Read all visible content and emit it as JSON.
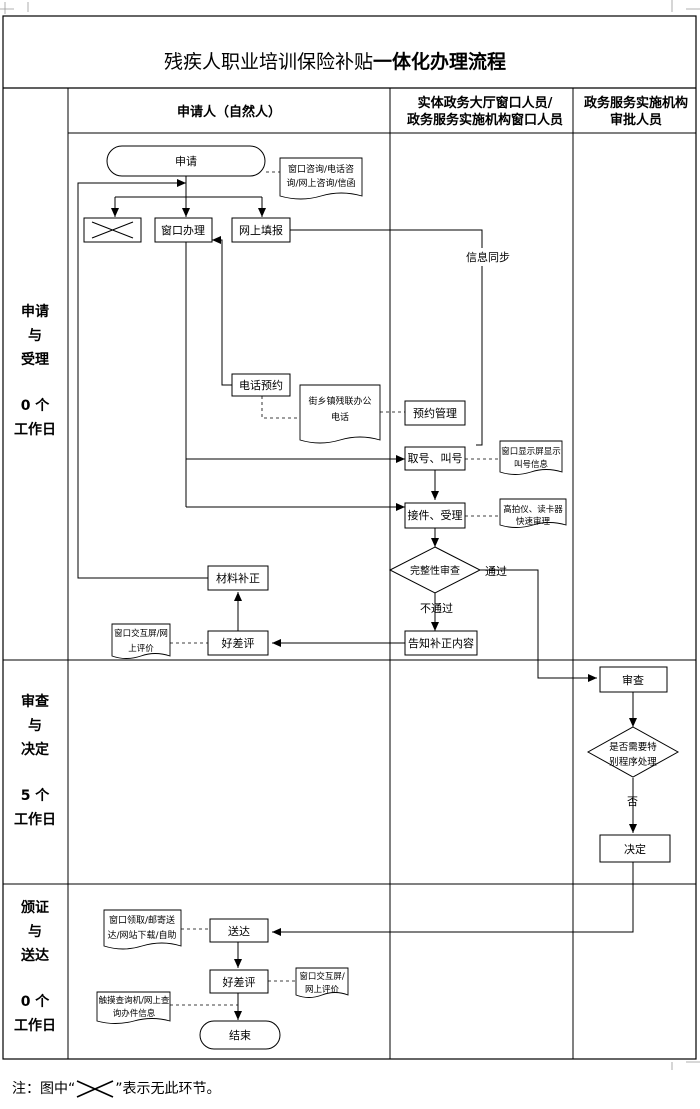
{
  "title_prefix": "残疾人职业培训保险补贴",
  "title_bold": "一体化办理流程",
  "columns": {
    "applicant": "申请人（自然人）",
    "window_line1": "实体政务大厅窗口人员/",
    "window_line2": "政务服务实施机构窗口人员",
    "approver_line1": "政务服务实施机构",
    "approver_line2": "审批人员"
  },
  "stages": [
    {
      "lines": [
        "申请",
        "与",
        "受理",
        "",
        "0 个",
        "工作日"
      ]
    },
    {
      "lines": [
        "审查",
        "与",
        "决定",
        "",
        "5 个",
        "工作日"
      ]
    },
    {
      "lines": [
        "颁证",
        "与",
        "送达",
        "",
        "0 个",
        "工作日"
      ]
    }
  ],
  "nodes": {
    "apply": "申请",
    "window_handle": "窗口办理",
    "online_apply": "网上填报",
    "phone_booking": "电话预约",
    "booking_manage": "预约管理",
    "take_number": "取号、叫号",
    "receive": "接件、受理",
    "integrity_check": "完整性审查",
    "material_fix": "材料补正",
    "good_bad_review_1": "好差评",
    "notify_fix": "告知补正内容",
    "review": "审查",
    "special_procedure_line1": "是否需要特",
    "special_procedure_line2": "别程序处理",
    "decision": "决定",
    "deliver": "送达",
    "good_bad_review_2": "好差评",
    "end": "结束"
  },
  "docs": {
    "consult_line1": "窗口咨询/电话咨",
    "consult_line2": "询/网上咨询/信函",
    "street_office_line1": "街乡镇残联办公",
    "street_office_line2": "电话",
    "window_screen_line1": "窗口显示屏显示",
    "window_screen_line2": "叫号信息",
    "scanner_line1": "高拍仪、读卡器",
    "scanner_line2": "快速审理",
    "window_eval_1_line1": "窗口交互屏/网",
    "window_eval_1_line2": "上评价",
    "delivery_method_line1": "窗口领取/邮寄送",
    "delivery_method_line2": "达/网站下载/自助",
    "window_eval_2_line1": "窗口交互屏/",
    "window_eval_2_line2": "网上评价",
    "inquiry_line1": "触摸查询机/网上查",
    "inquiry_line2": "询办件信息"
  },
  "edge_labels": {
    "info_sync": "信息同步",
    "pass": "通过",
    "fail": "不通过",
    "no": "否"
  },
  "footnote_prefix": "注：图中“",
  "footnote_suffix": "”表示无此环节。"
}
